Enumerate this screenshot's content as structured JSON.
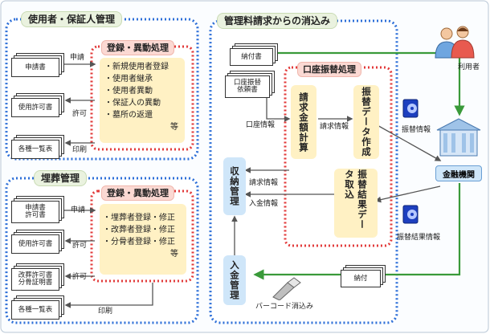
{
  "sections": {
    "user_guarantor": {
      "title": "使用者・保証人管理",
      "process_title": "登録・異動処理",
      "items": [
        "・新規使用者登録",
        "・使用者継承",
        "・使用者異動",
        "・保証人の異動",
        "・墓所の返還"
      ],
      "suffix": "等",
      "docs": {
        "application": "申請書",
        "permit": "使用許可書",
        "list": "各種一覧表"
      },
      "flows": {
        "application": "申請",
        "permit": "許可",
        "print": "印刷"
      }
    },
    "burial": {
      "title": "埋葬管理",
      "process_title": "登録・異動処理",
      "items": [
        "・埋葬者登録・修正",
        "・改葬者登録・修正",
        "・分骨者登録・修正"
      ],
      "suffix": "等",
      "docs": {
        "application": "申請書\n許可書",
        "permit": "使用許可書",
        "reburial": "改葬許可書\n分骨証明書",
        "list": "各種一覧表"
      },
      "flows": {
        "application": "申請",
        "permit1": "許可",
        "permit2": "許可",
        "print": "印刷"
      }
    },
    "billing": {
      "title": "管理料請求からの消込み",
      "notice": "納付書",
      "transfer_request": "口座振替\n依頼書",
      "account_transfer": {
        "title": "口座振替処理",
        "billing_calc": "請求金額計算",
        "transfer_data": "振替データ作成",
        "result_import": "振替結果データ取込"
      },
      "collection_mgmt": "収納管理",
      "payment_mgmt": "入金管理",
      "payment_doc": "納付",
      "labels": {
        "account_info": "口座情報",
        "billing_info_1": "請求情報",
        "billing_info_2": "請求情報",
        "payment_info": "入金情報",
        "transfer_info": "振替情報",
        "transfer_result_info": "振替結果情報",
        "barcode": "バーコード消込み"
      }
    },
    "external": {
      "user": "利用者",
      "bank": "金融機関"
    }
  },
  "colors": {
    "dotted_blue": "#2d6fd8",
    "dotted_red": "#e23a3a",
    "green_line": "#3a9a3a",
    "process_fill": "#fff1c4"
  }
}
